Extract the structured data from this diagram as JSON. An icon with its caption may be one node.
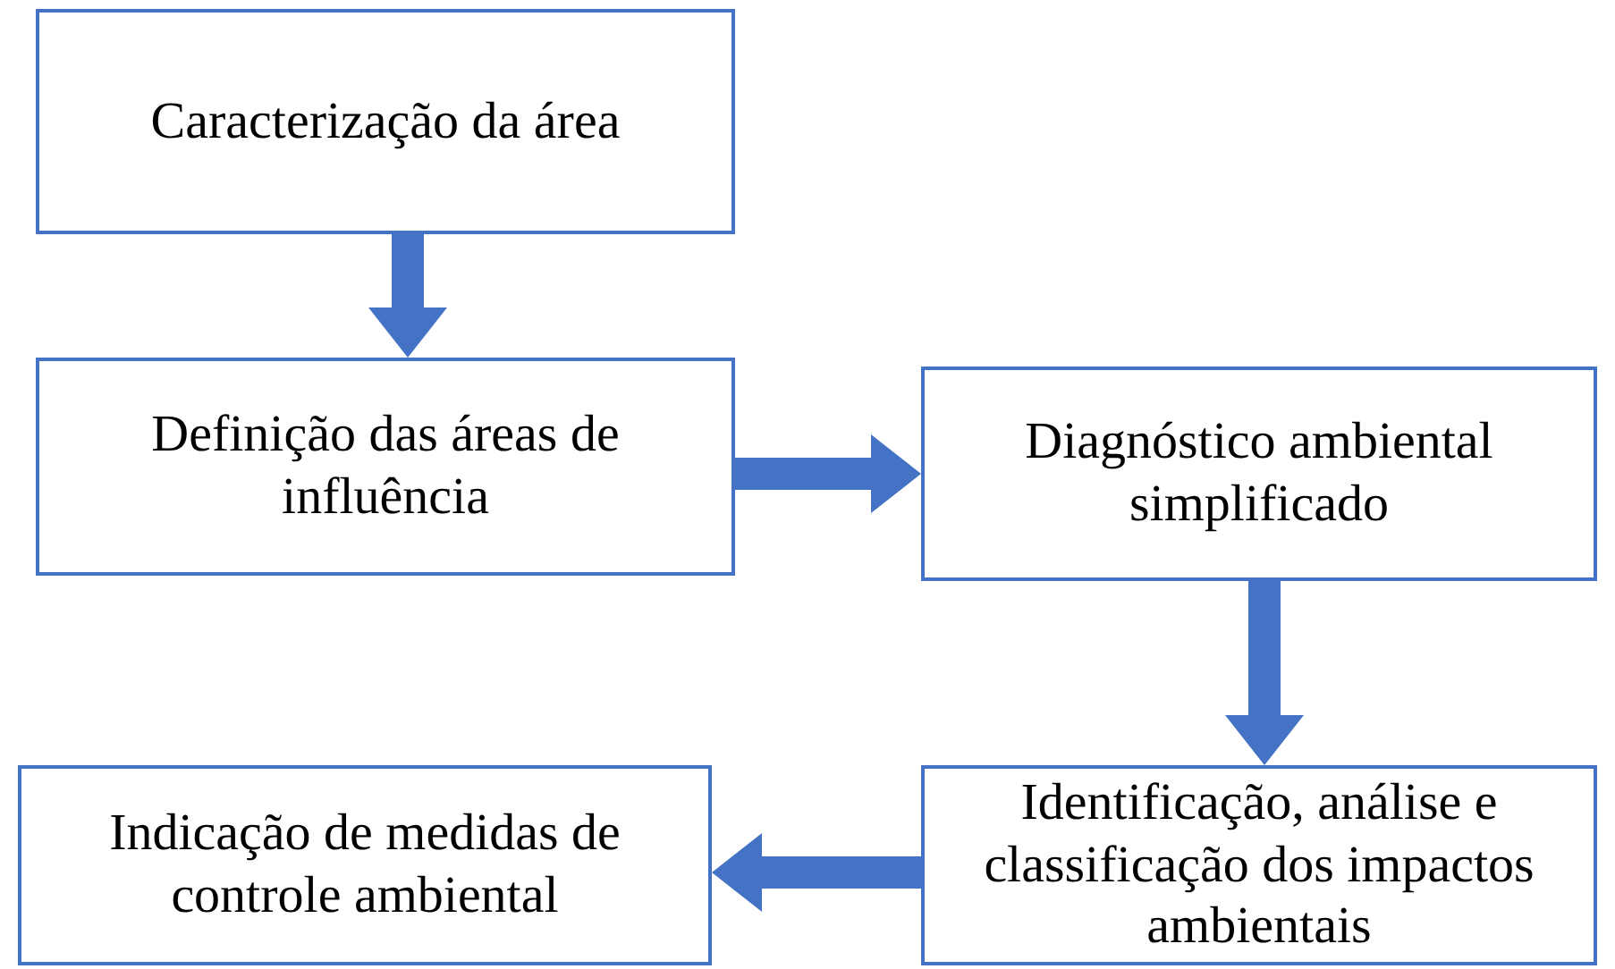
{
  "diagram": {
    "nodes": [
      {
        "text": [
          "Caracterização da área"
        ]
      },
      {
        "text": [
          "Definição das áreas de influência"
        ]
      },
      {
        "text": [
          "Diagnóstico ambiental simplificado"
        ]
      },
      {
        "text": [
          "Identificação, análise e classificação dos impactos ambientais"
        ]
      },
      {
        "text": [
          "Indicação de medidas de controle ambiental"
        ]
      }
    ],
    "edges": [
      {
        "from": 0,
        "to": 1,
        "arrow": "to"
      },
      {
        "from": 1,
        "to": 2,
        "arrow": "to"
      },
      {
        "from": 2,
        "to": 3,
        "arrow": "to"
      },
      {
        "from": 3,
        "to": 4,
        "arrow": "to"
      }
    ]
  }
}
